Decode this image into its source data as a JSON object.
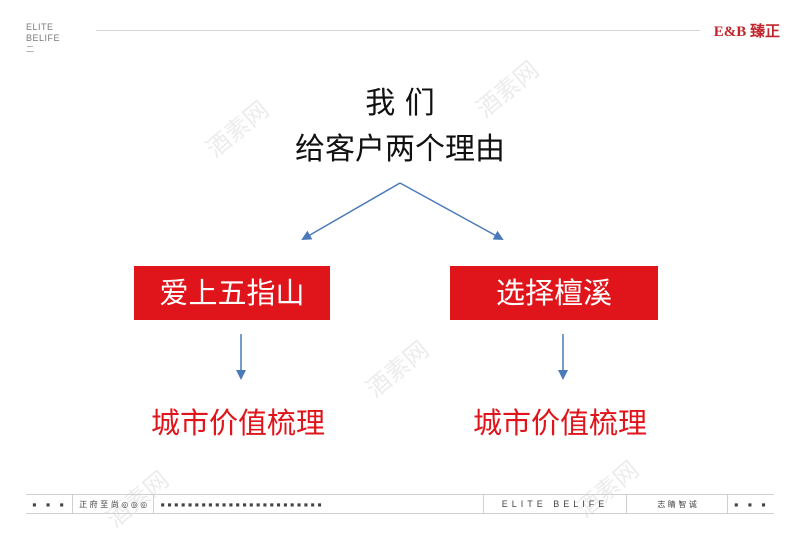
{
  "header": {
    "logo_line1": "ELITE",
    "logo_line2": "BELIFE",
    "logo_mark": "二",
    "brand": "E&B 臻正"
  },
  "main": {
    "heading_line1": "我 们",
    "heading_line2": "给客户两个理由",
    "left_reason": "爱上五指山",
    "right_reason": "选择檀溪",
    "left_result": "城市价值梳理",
    "right_result": "城市价值梳理"
  },
  "footer": {
    "dots_left": "▪ ▪ ▪",
    "left_text": "正 府 至 尚 ◎ ◎ ◎",
    "dots_middle": "▪▪▪▪▪▪▪▪▪▪▪▪▪▪▪▪▪▪▪▪▪▪▪▪",
    "center_text": "ELITE BELIFE",
    "right_text": "志 睛 智 诚",
    "dots_right": "▪ ▪ ▪"
  },
  "watermark": {
    "text": "酒素网"
  },
  "colors": {
    "accent_red": "#e0141b",
    "arrow_blue": "#4a7ab8"
  }
}
